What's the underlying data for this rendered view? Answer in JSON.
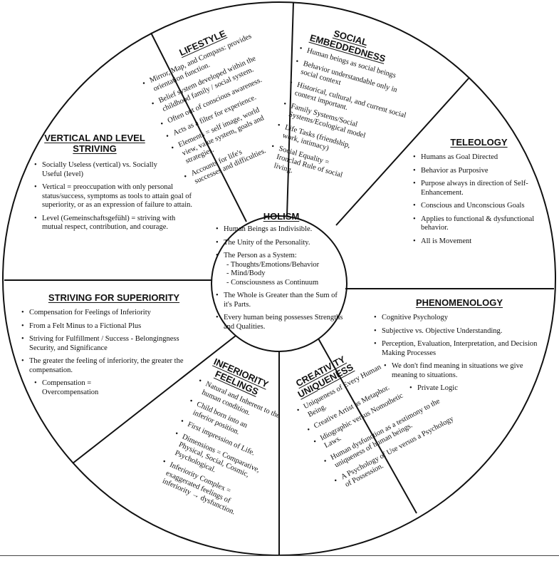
{
  "center": {
    "title": "HOLISM",
    "items": [
      "Human Beings as Indivisible.",
      "The Unity of the Personality.",
      "The Person as a System:",
      "Every human being possesses Strengths and Qualities."
    ],
    "system_sub": [
      "- Thoughts/Emotions/Behavior",
      "- Mind/Body",
      "- Consciousness as Continuum"
    ],
    "whole": "The Whole is Greater than the Sum of it's Parts."
  },
  "lifestyle": {
    "title": "LIFESTYLE",
    "items": [
      "Mirror, Map, and Compass: provides orientation function.",
      "Belief system developed within the childhood family / social system.",
      "Often out of conscious awareness.",
      "Acts as a filter for experience.",
      "Elements = self image, world view, value system, goals and strategies.",
      "Accounts for life's successes and difficulties."
    ]
  },
  "social": {
    "title": "SOCIAL EMBEDDEDNESS",
    "items": [
      "Human beings as social beings",
      "Behavior understandable only in social context",
      "Historical, cultural, and current social context important.",
      "Family Systems/Social Systems/Ecological model",
      "Life Tasks (friendship, work, intimacy)",
      "Social Equality = Ironclad Rule of social living."
    ]
  },
  "teleology": {
    "title": "TELEOLOGY",
    "items": [
      "Humans as Goal Directed",
      "Behavior as Purposive",
      "Purpose always in direction of Self-Enhancement.",
      "Conscious and Unconscious Goals",
      "Applies to functional & dysfunctional behavior.",
      "All is Movement"
    ]
  },
  "phenomenology": {
    "title": "PHENOMENOLOGY",
    "items": [
      "Cognitive Psychology",
      "Subjective vs. Objective Understanding.",
      "Perception, Evaluation, Interpretation, and Decision Making Processes",
      "We don't find meaning in situations we give meaning to situations.",
      "Private Logic"
    ]
  },
  "creativity": {
    "title": "CREATIVITY UNIQUENESS",
    "items": [
      "Uniqueness of Every Human Being.",
      "Creative Artist as Metaphor.",
      "Idiographic versus Nomothetic Laws.",
      "Human dysfunction as a testimony to the uniqueness of human beings.",
      "A Psychology of Use versus a Psychology of Possession."
    ]
  },
  "inferiority": {
    "title": "INFERIORITY FEELINGS",
    "items": [
      "Natural and Inherent to the human condition.",
      "Child born into an inferior position.",
      "First impression of Life.",
      "Dimensions = Comparative, Physical, Social, Cosmic, Psychological.",
      "Inferiority Complex = exaggerated feelings of inferiority → dysfunction."
    ]
  },
  "superiority": {
    "title": "STRIVING FOR SUPERIORITY",
    "items": [
      "Compensation for Feelings of Inferiority",
      "From a Felt Minus to a Fictional Plus",
      "Striving for Fulfillment / Success - Belongingness Security, and Significance",
      "The greater the feeling of inferiority, the greater the compensation.",
      "Compensation = Overcompensation"
    ]
  },
  "vertical": {
    "title": "VERTICAL AND LEVEL STRIVING",
    "items": [
      "Socially Useless (vertical) vs. Socially Useful (level)",
      "Vertical = preoccupation with only personal status/success, symptoms as tools to attain goal of superiority, or as an expression of failure to attain.",
      "Level (Gemeinschaftsgefühl) = striving with mutual respect, contribution, and courage."
    ]
  }
}
